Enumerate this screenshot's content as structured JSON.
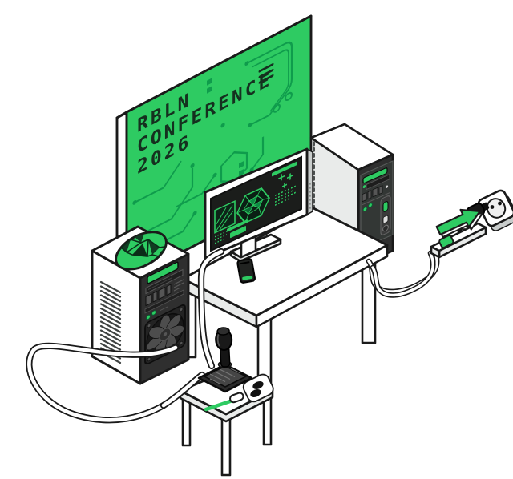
{
  "scene": {
    "title": "RBLN Conference 2026 isometric computer-setup illustration",
    "background": "#ffffff"
  },
  "billboard": {
    "line1": "RBLN",
    "line2": "CONFERENCE",
    "line3": "2026"
  },
  "colors": {
    "green": "#2ECB62",
    "trace": "#0F9C4C",
    "dgreen": "#0C6B36",
    "ink": "#1A1A1A",
    "screen": "#1B1D1B",
    "panel": "#2F2F2F",
    "lgray": "#E9EBEA",
    "mgray": "#C9CDCC"
  },
  "objects": {
    "billboard": "green circuit-board billboard",
    "monitor": "monitor with network-mesh visualization",
    "left_tower": "PC tower with glowing top vent and cooling fan",
    "right_tower": "PC tower with LED drive bays",
    "desk": "white isometric desk",
    "stool": "white stool with joystick",
    "joystick": "black flight joystick",
    "phone": "smartphone on desk",
    "power_strip": "power strip with green switch",
    "wall_outlet": "wall outlet",
    "plug": "black power plug",
    "arrow": "green plug-in arrow"
  },
  "monitor_screen_elements": [
    "image-thumbnail",
    "network-mesh",
    "status-bars",
    "plus-glyphs",
    "dot-matrix-readout"
  ]
}
